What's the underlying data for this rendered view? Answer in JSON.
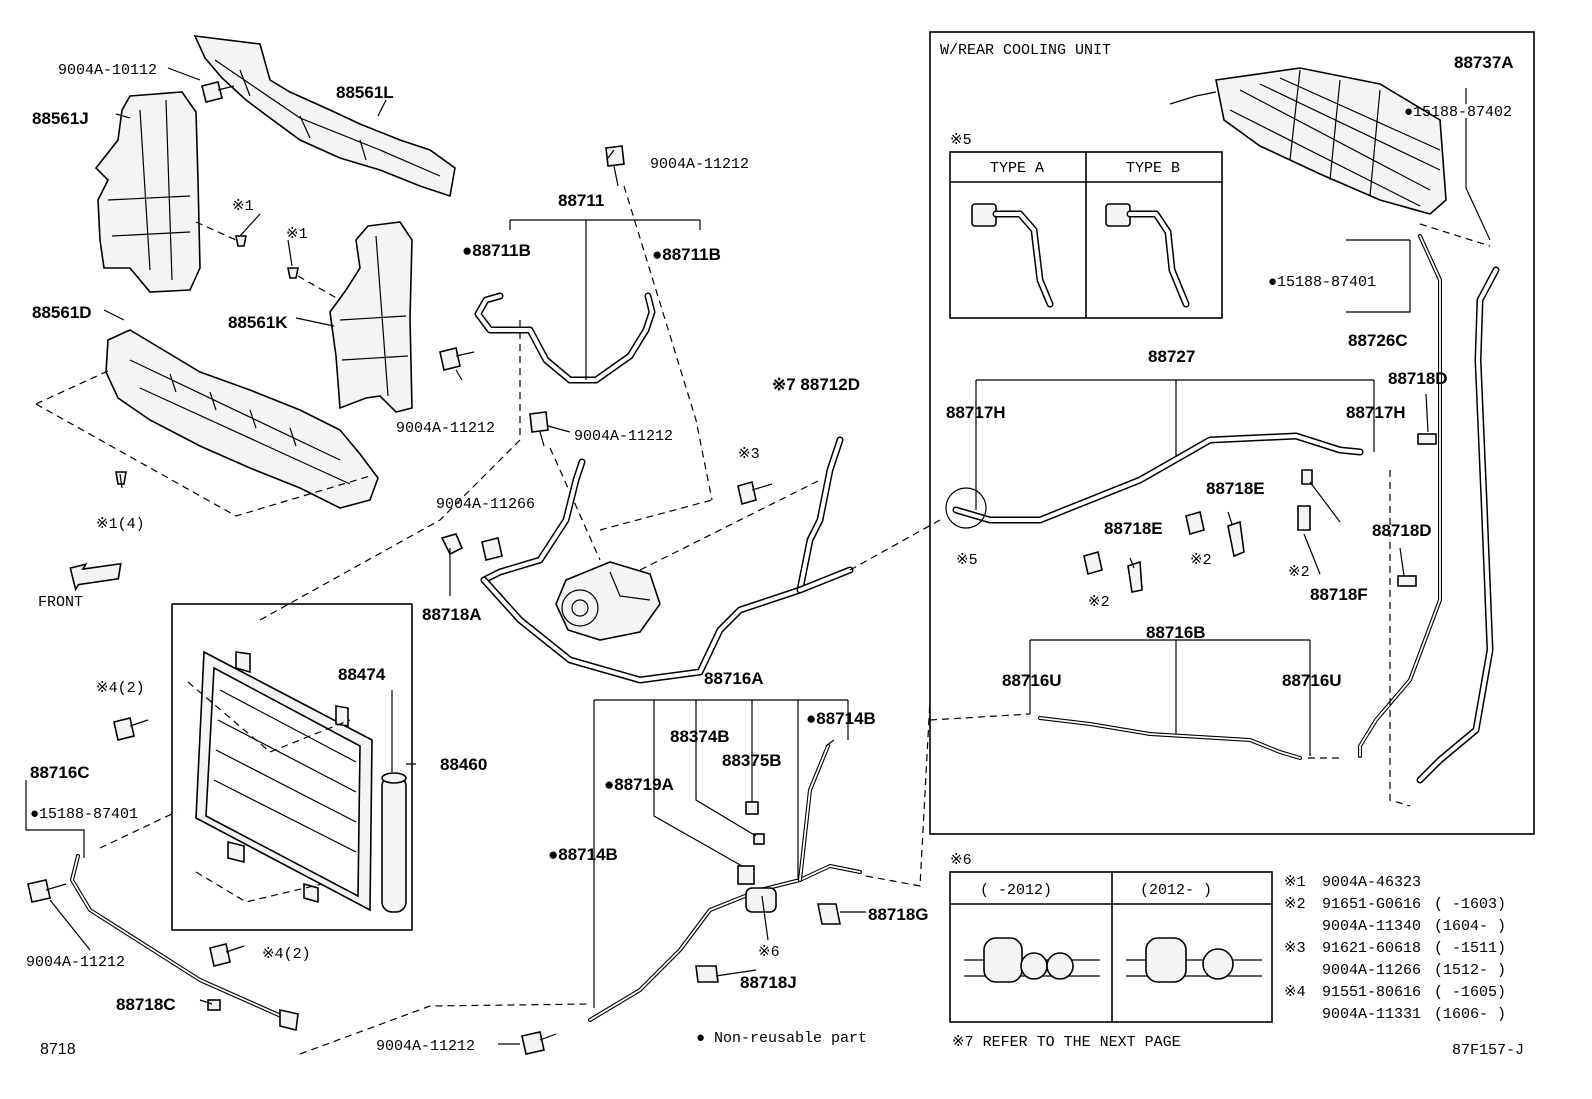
{
  "labels": {
    "p_9004A_10112": "9004A-10112",
    "p_88561L": "88561L",
    "p_88561J": "88561J",
    "p_x1_a": "※1",
    "p_x1_b": "※1",
    "p_88561K": "88561K",
    "p_88561D": "88561D",
    "p_x1_4": "※1(4)",
    "front": "FRONT",
    "p_9004A_11212_top": "9004A-11212",
    "p_88711": "88711",
    "p_88711B_l": "●88711B",
    "p_88711B_r": "●88711B",
    "p_9004A_11212_mid": "9004A-11212",
    "p_9004A_11212_mid2": "9004A-11212",
    "p_x7_88712D": "※7 88712D",
    "p_x3": "※3",
    "p_9004A_11266": "9004A-11266",
    "p_88718A": "88718A",
    "p_x4_2_a": "※4(2)",
    "p_88474": "88474",
    "p_88460": "88460",
    "p_88716C": "88716C",
    "p_15188_87401_l": "●15188-87401",
    "p_9004A_11212_bl": "9004A-11212",
    "p_x4_2_b": "※4(2)",
    "p_88718C": "88718C",
    "p_8718": "8718",
    "p_88716A": "88716A",
    "p_88374B": "88374B",
    "p_88714B_r": "●88714B",
    "p_88375B": "88375B",
    "p_88719A": "●88719A",
    "p_88714B_l": "●88714B",
    "p_x6_lbl": "※6",
    "p_88718G": "88718G",
    "p_88718J": "88718J",
    "p_9004A_11212_bot": "9004A-11212",
    "nonreusable": "● Non-reusable part",
    "rear_title": "W/REAR COOLING UNIT",
    "p_x5_title": "※5",
    "type_a": "TYPE A",
    "type_b": "TYPE B",
    "p_88737A": "88737A",
    "p_15188_87402": "●15188-87402",
    "p_15188_87401_r": "●15188-87401",
    "p_88726C": "88726C",
    "p_88727": "88727",
    "p_88717H_l": "88717H",
    "p_88717H_r": "88717H",
    "p_88718D_t": "88718D",
    "p_88718E_r": "88718E",
    "p_88718E_l": "88718E",
    "p_x5_lbl": "※5",
    "p_x2_a": "※2",
    "p_x2_b": "※2",
    "p_x2_c": "※2",
    "p_88718F": "88718F",
    "p_88718D_b": "88718D",
    "p_88716B": "88716B",
    "p_88716U_l": "88716U",
    "p_88716U_r": "88716U",
    "x6_title": "※6",
    "x6_col1": "(     -2012)",
    "x6_col2": "(2012-     )",
    "x7_note": "※7  REFER TO THE NEXT PAGE",
    "code": "87F157-J"
  },
  "legend": [
    {
      "mark": "※1",
      "part": "9004A-46323",
      "range": ""
    },
    {
      "mark": "※2",
      "part": "91651-G0616",
      "range": "(      -1603)"
    },
    {
      "mark": "",
      "part": "9004A-11340",
      "range": "(1604-      )"
    },
    {
      "mark": "※3",
      "part": "91621-60618",
      "range": "(      -1511)"
    },
    {
      "mark": "",
      "part": "9004A-11266",
      "range": "(1512-      )"
    },
    {
      "mark": "※4",
      "part": "91551-80616",
      "range": "(      -1605)"
    },
    {
      "mark": "",
      "part": "9004A-11331",
      "range": "(1606-      )"
    }
  ]
}
